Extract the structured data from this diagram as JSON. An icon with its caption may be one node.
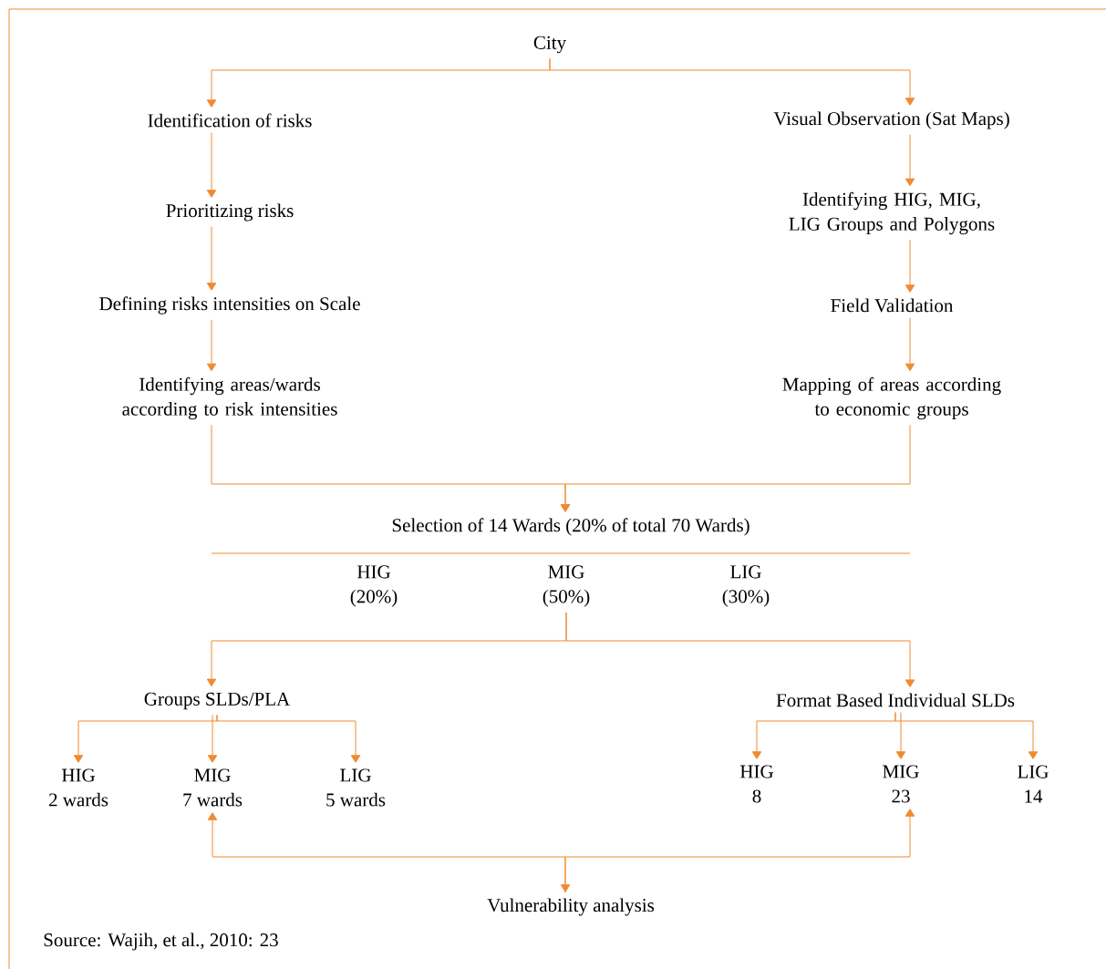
{
  "diagram": {
    "nodes": [
      {
        "text": [
          "City"
        ]
      },
      {
        "text": [
          "Identification of risks"
        ]
      },
      {
        "text": [
          "Prioritizing risks"
        ]
      },
      {
        "text": [
          "Defining risks intensities on Scale"
        ]
      },
      {
        "text": [
          "Identifying areas/wards according to risk intensities"
        ]
      },
      {
        "text": [
          "Visual Observation (Sat Maps)"
        ]
      },
      {
        "text": [
          "Identifying HIG, MIG, LIG Groups and Polygons"
        ]
      },
      {
        "text": [
          "Field Validation"
        ]
      },
      {
        "text": [
          "Mapping of areas according to economic groups"
        ]
      },
      {
        "text": [
          "Selection of 14 Wards (20% of total 70 Wards)"
        ]
      },
      {
        "text": [
          "HIG",
          "(20%)"
        ]
      },
      {
        "text": [
          "MIG",
          "(50%)"
        ]
      },
      {
        "text": [
          "LIG",
          "(30%)"
        ]
      },
      {
        "text": [
          "Groups SLDs/PLA"
        ]
      },
      {
        "text": [
          "Format Based Individual SLDs"
        ]
      },
      {
        "text": [
          "HIG",
          "2 wards"
        ]
      },
      {
        "text": [
          "MIG",
          "7 wards"
        ]
      },
      {
        "text": [
          "LIG",
          "5 wards"
        ]
      },
      {
        "text": [
          "HIG",
          "8"
        ]
      },
      {
        "text": [
          "MIG",
          "23"
        ]
      },
      {
        "text": [
          "LIG",
          "14"
        ]
      },
      {
        "text": [
          "Vulnerability analysis"
        ]
      }
    ],
    "edges": [
      {
        "from": 0,
        "to": 1,
        "arrow": "to"
      },
      {
        "from": 0,
        "to": 5,
        "arrow": "to"
      },
      {
        "from": 1,
        "to": 2,
        "arrow": "to"
      },
      {
        "from": 2,
        "to": 3,
        "arrow": "to"
      },
      {
        "from": 3,
        "to": 4,
        "arrow": "to"
      },
      {
        "from": 5,
        "to": 6,
        "arrow": "to"
      },
      {
        "from": 6,
        "to": 7,
        "arrow": "to"
      },
      {
        "from": 7,
        "to": 8,
        "arrow": "to"
      },
      {
        "from": 4,
        "to": 9,
        "arrow": "to"
      },
      {
        "from": 8,
        "to": 9,
        "arrow": "to"
      },
      {
        "from": 11,
        "to": 13,
        "arrow": "to"
      },
      {
        "from": 11,
        "to": 14,
        "arrow": "to"
      },
      {
        "from": 13,
        "to": 15,
        "arrow": "to"
      },
      {
        "from": 13,
        "to": 16,
        "arrow": "to"
      },
      {
        "from": 13,
        "to": 17,
        "arrow": "to"
      },
      {
        "from": 14,
        "to": 18,
        "arrow": "to"
      },
      {
        "from": 14,
        "to": 19,
        "arrow": "to"
      },
      {
        "from": 14,
        "to": 20,
        "arrow": "to"
      },
      {
        "from": 16,
        "to": 21,
        "arrow": "both"
      },
      {
        "from": 21,
        "to": 19,
        "arrow": "to"
      }
    ],
    "labels": [
      "Source: Wajih, et al., 2010: 23"
    ]
  }
}
